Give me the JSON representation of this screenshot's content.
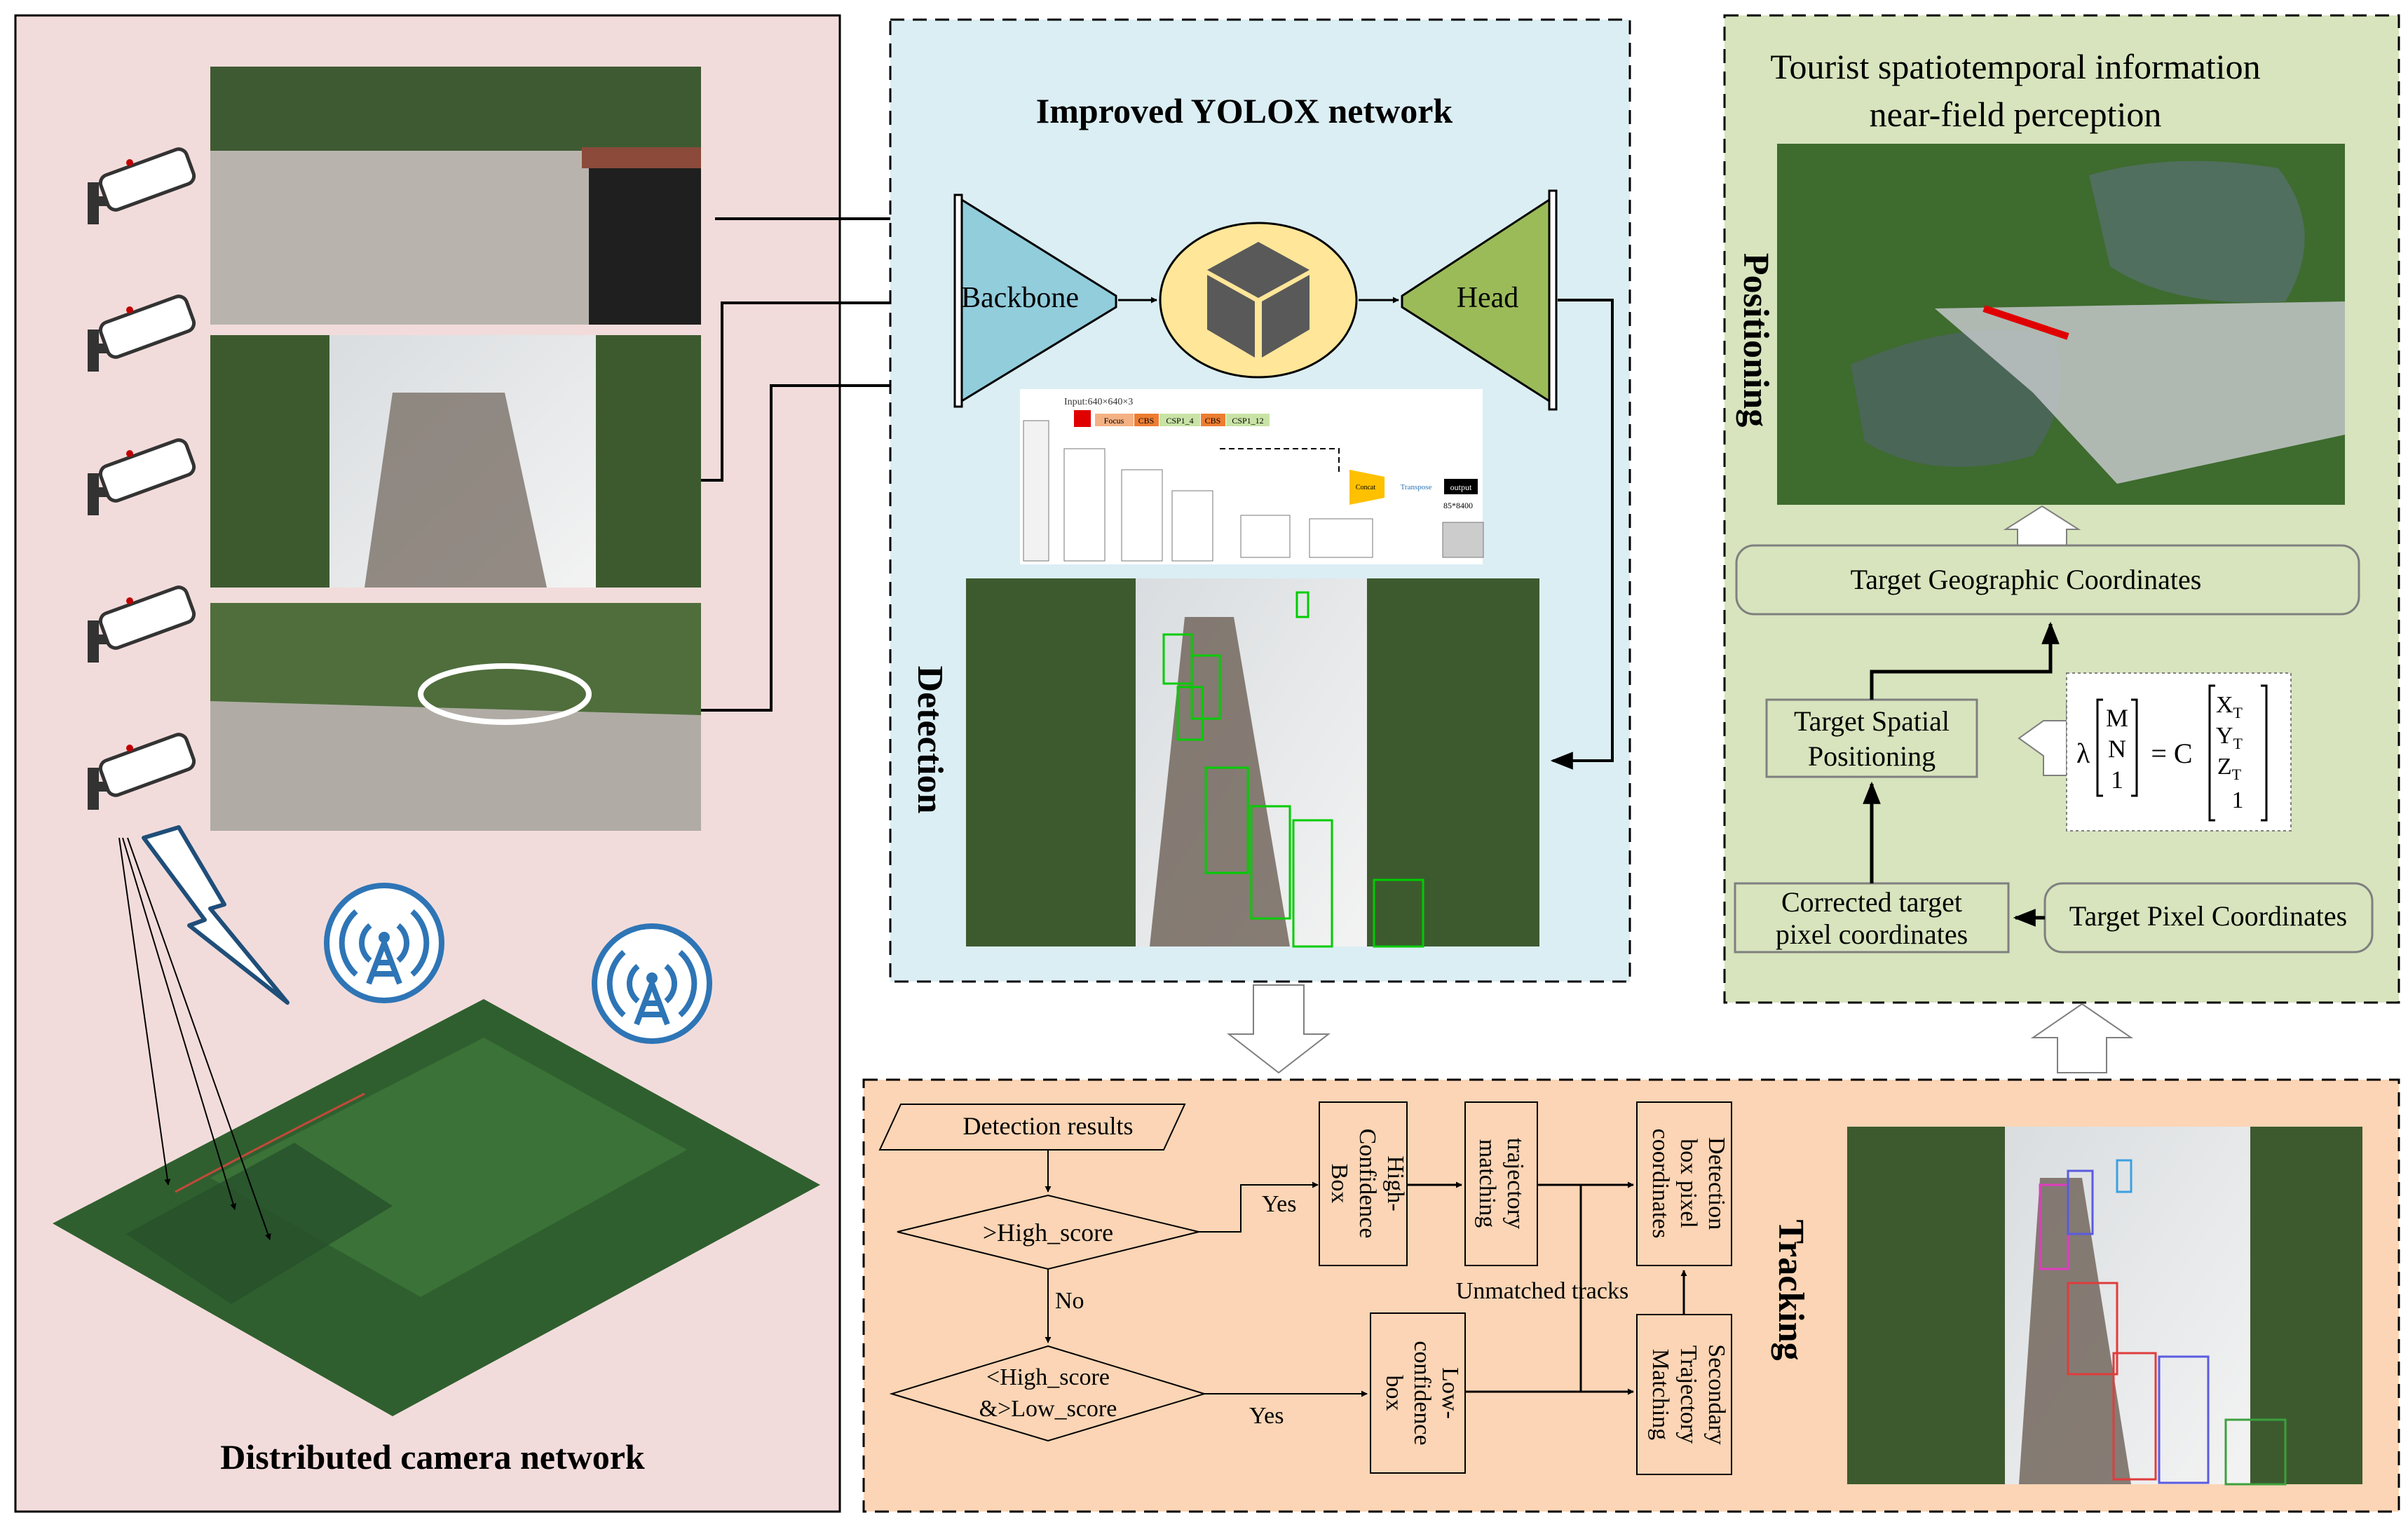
{
  "colors": {
    "camera_panel_bg": "#f2dcdb",
    "detection_panel_bg": "#dbeef4",
    "positioning_panel_bg": "#d7e4bd",
    "tracking_panel_bg": "#fbd5b5",
    "backbone_fill": "#92cddc",
    "head_fill": "#9bbb59",
    "core_fill": "#ffe699",
    "detection_box": "#00cc00",
    "tower_blue": "#2e75b6"
  },
  "camera_panel": {
    "title": "Distributed camera network",
    "icons": [
      "camera-icon",
      "camera-icon",
      "camera-icon",
      "camera-icon",
      "camera-icon",
      "signal-tower-icon",
      "signal-tower-icon",
      "lightning-icon"
    ]
  },
  "detection_panel": {
    "title": "Improved YOLOX network",
    "side_label": "Detection",
    "backbone_label": "Backbone",
    "head_label": "Head",
    "arch_input_label": "Input:640×640×3",
    "arch_modules": [
      "Focus",
      "CBS",
      "CSP1_4",
      "CBS",
      "CSP1_12"
    ],
    "arch_concat_label": "Concat",
    "arch_transpose_label": "Transpose",
    "arch_output_label": "output",
    "arch_output_size": "85*8400"
  },
  "positioning_panel": {
    "title_line1": "Tourist spatiotemporal information",
    "title_line2": "near-field perception",
    "side_label": "Positioning",
    "geo_coords_label": "Target Geographic Coordinates",
    "spatial_label_line1": "Target Spatial",
    "spatial_label_line2": "Positioning",
    "corrected_label_line1": "Corrected target",
    "corrected_label_line2": "pixel coordinates",
    "pixel_coords_label": "Target Pixel Coordinates",
    "equation": {
      "lambda": "λ",
      "lhs": [
        "M",
        "N",
        "1"
      ],
      "equals": "= C",
      "rhs": [
        "X",
        "Y",
        "Z",
        "1"
      ],
      "rhs_subscript": "T"
    }
  },
  "tracking_panel": {
    "side_label": "Tracking",
    "detection_results": "Detection results",
    "high_score": ">High_score",
    "mid_score_line1": "<High_score",
    "mid_score_line2": "&>Low_score",
    "yes_label": "Yes",
    "no_label": "No",
    "high_conf_lines": [
      "High-",
      "Confidence",
      "Box"
    ],
    "traj_match_lines": [
      "trajectory",
      "matching"
    ],
    "det_box_lines": [
      "Detection",
      "box pixel",
      "coordinates"
    ],
    "low_conf_lines": [
      "Low-",
      "confidence",
      "box"
    ],
    "secondary_lines": [
      "Secondary",
      "Trajectory",
      "Matching"
    ],
    "unmatched_label": "Unmatched tracks"
  }
}
